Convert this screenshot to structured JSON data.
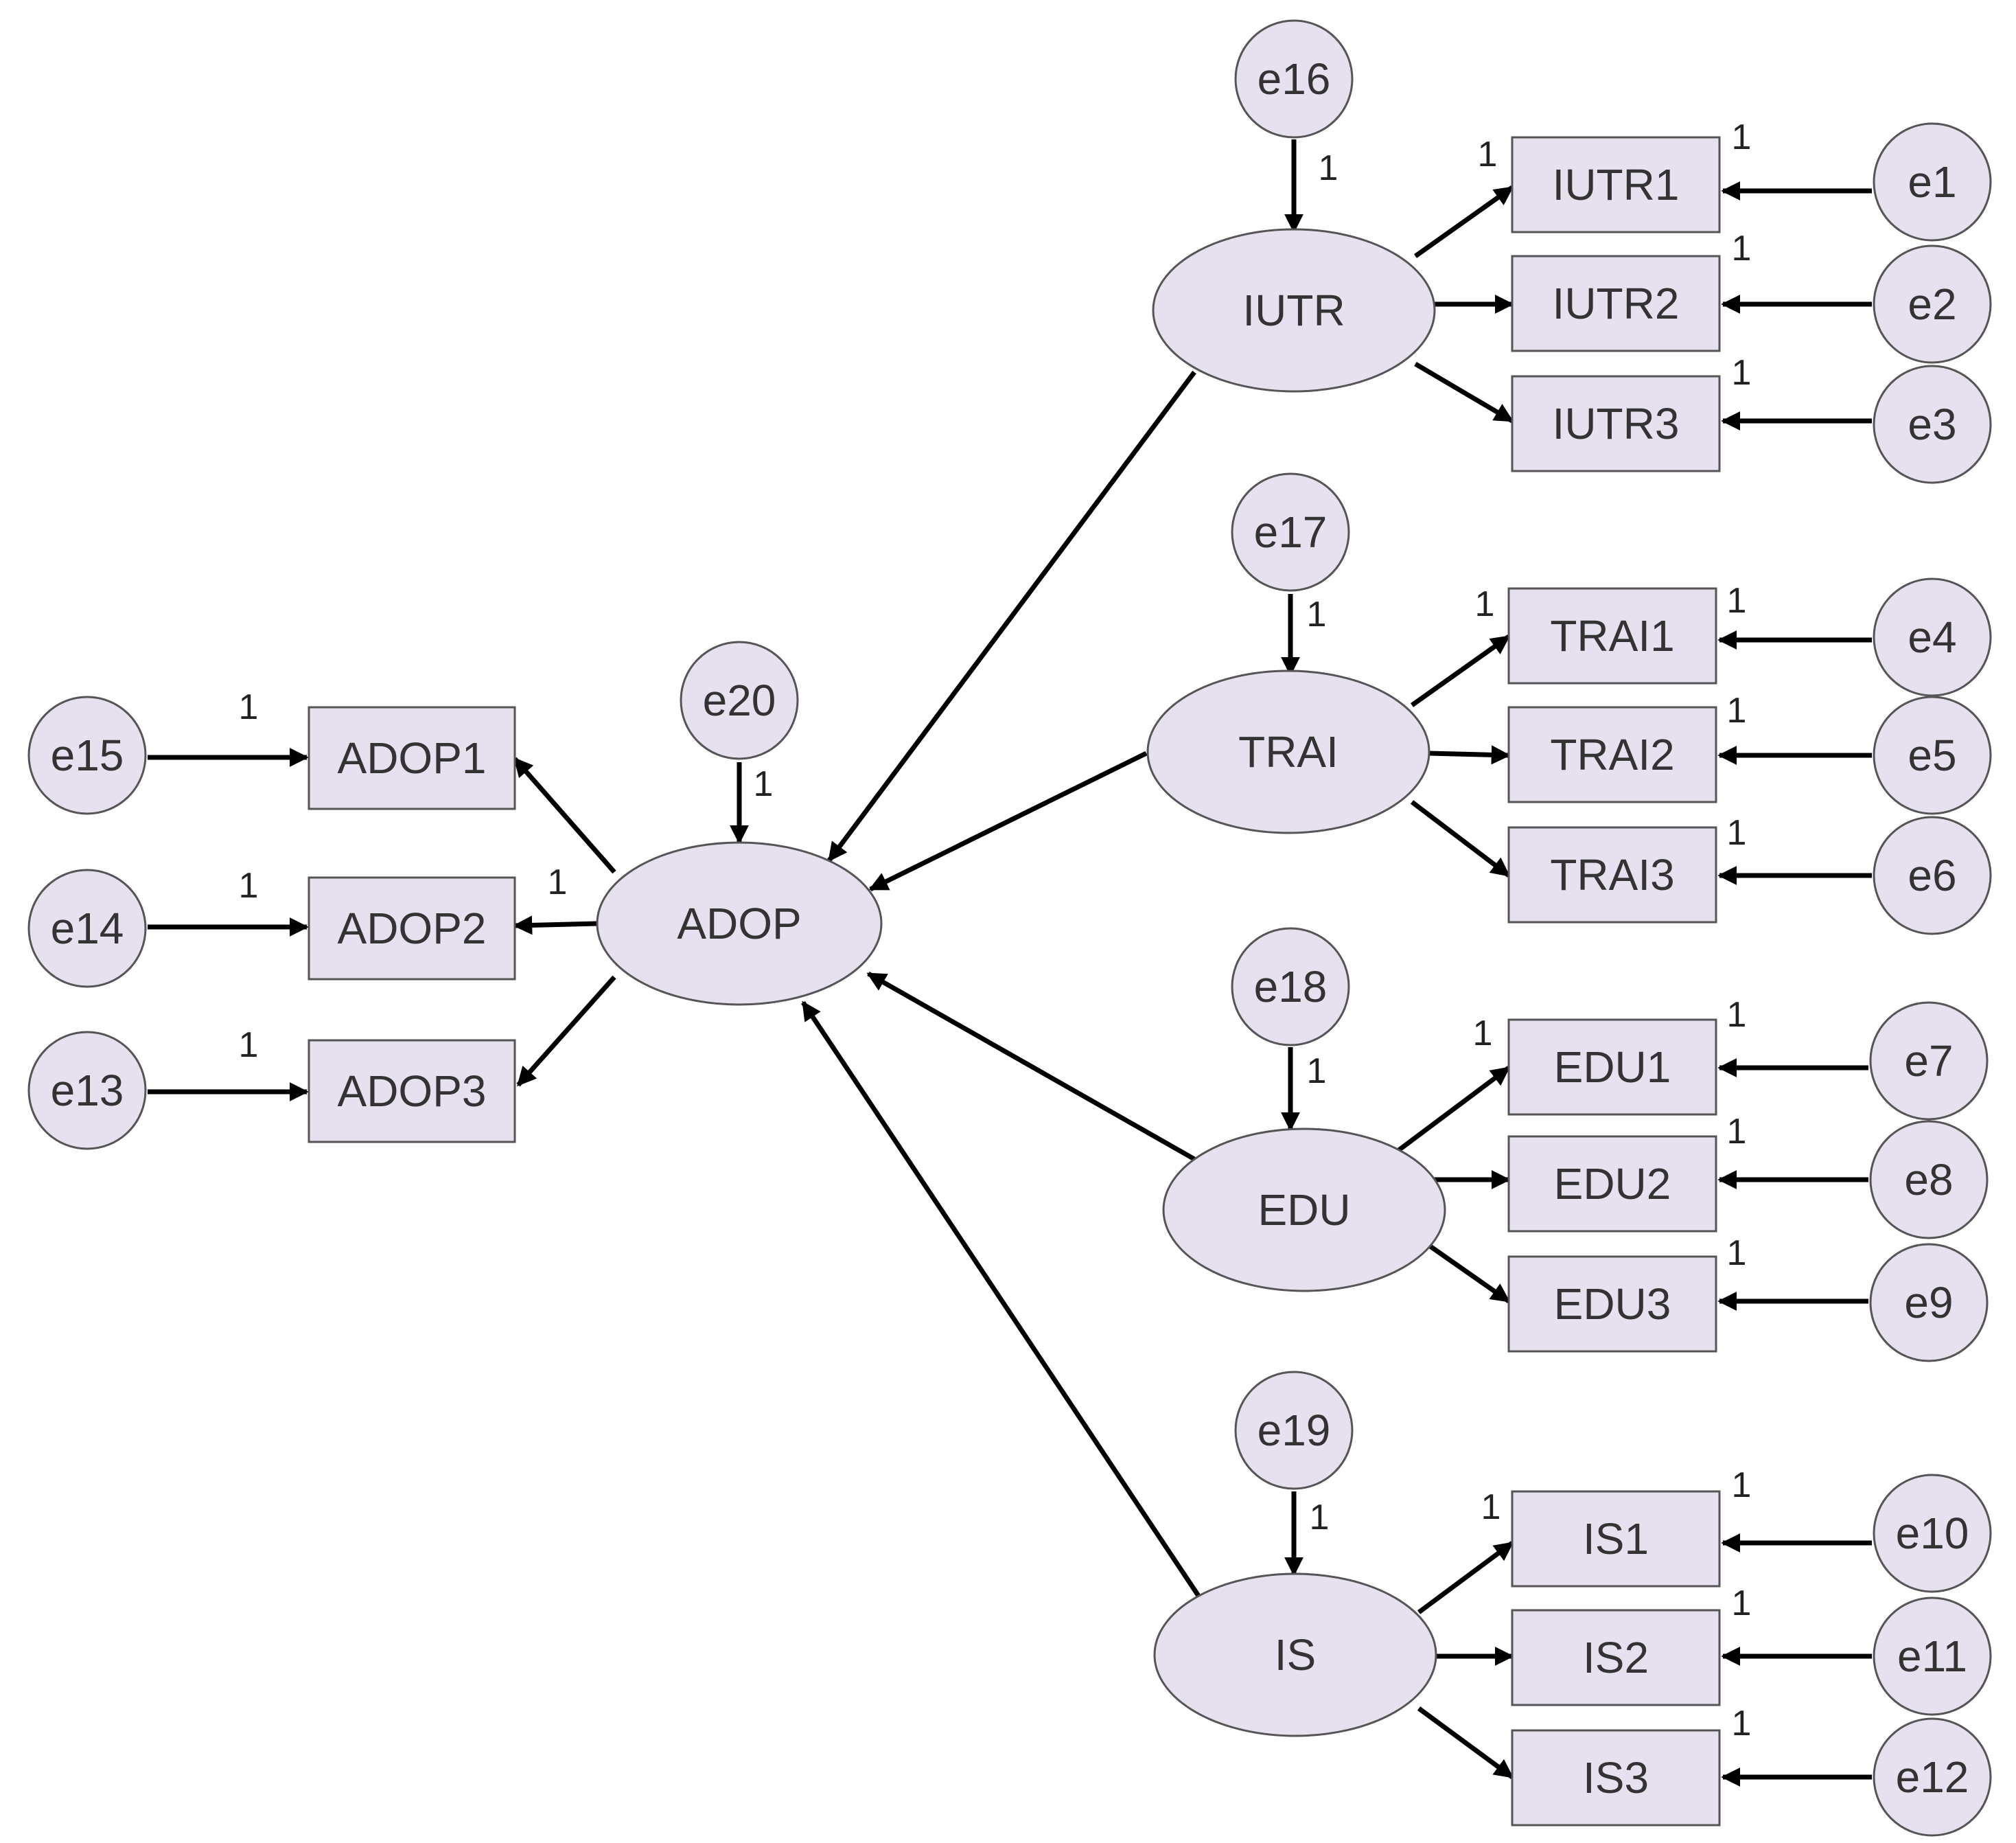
{
  "colors": {
    "node_fill": "#e6e0ef",
    "node_stroke": "#555555",
    "edge": "#000000",
    "text": "#333333"
  },
  "nodes": {
    "e1": "e1",
    "e2": "e2",
    "e3": "e3",
    "e4": "e4",
    "e5": "e5",
    "e6": "e6",
    "e7": "e7",
    "e8": "e8",
    "e9": "e9",
    "e10": "e10",
    "e11": "e11",
    "e12": "e12",
    "e13": "e13",
    "e14": "e14",
    "e15": "e15",
    "e16": "e16",
    "e17": "e17",
    "e18": "e18",
    "e19": "e19",
    "e20": "e20",
    "IUTR": "IUTR",
    "TRAI": "TRAI",
    "EDU": "EDU",
    "IS": "IS",
    "ADOP": "ADOP",
    "IUTR1": "IUTR1",
    "IUTR2": "IUTR2",
    "IUTR3": "IUTR3",
    "TRAI1": "TRAI1",
    "TRAI2": "TRAI2",
    "TRAI3": "TRAI3",
    "EDU1": "EDU1",
    "EDU2": "EDU2",
    "EDU3": "EDU3",
    "IS1": "IS1",
    "IS2": "IS2",
    "IS3": "IS3",
    "ADOP1": "ADOP1",
    "ADOP2": "ADOP2",
    "ADOP3": "ADOP3"
  },
  "fixed_weight": "1"
}
